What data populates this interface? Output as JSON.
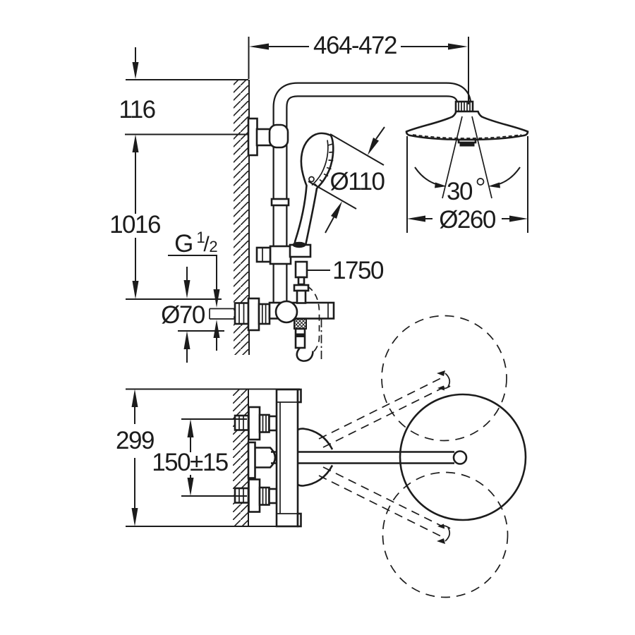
{
  "colors": {
    "line": "#1c1c1c",
    "background": "#ffffff"
  },
  "labels": {
    "width_top": "464-472",
    "offset_top": "116",
    "riser_height": "1016",
    "thread_letter": "G",
    "thread_numerator": "1",
    "thread_slash": "/",
    "thread_denominator": "2",
    "escutcheon_diameter": "Ø70",
    "hose_length": "1750",
    "hand_shower_diameter": "Ø110",
    "spray_angle": "30",
    "head_diameter": "Ø260",
    "valve_width": "299",
    "connection_spacing": "150±15"
  }
}
